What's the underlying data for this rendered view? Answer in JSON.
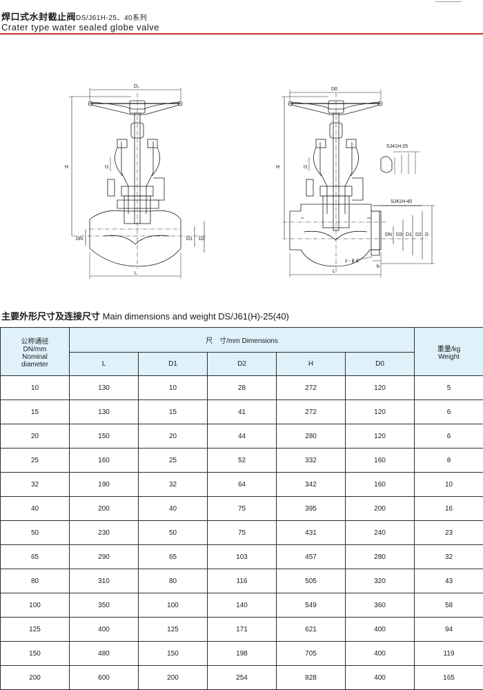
{
  "header": {
    "title_cn": "焊口式水封截止阀",
    "title_cn_model": "DS/J61H-25、40系列",
    "title_en": "Crater type water sealed globe valve"
  },
  "drawing": {
    "left": {
      "D0": "D₀",
      "H": "H",
      "t1": "t1",
      "DN": "DN",
      "D1": "D1",
      "D2": "D2",
      "L": "L"
    },
    "right": {
      "D0": "D0",
      "H": "H",
      "t1": "t1",
      "sj25": "SJ41H-25",
      "sj40": "SJ41H-40",
      "DN": "DN",
      "D3": "D3",
      "D1": "D1",
      "D2": "D2",
      "D": "D",
      "zd": "z - ϕ d",
      "b": "b",
      "L": "L"
    }
  },
  "section": {
    "title_cn": "主要外形尺寸及连接尺寸",
    "title_en": "Main dimensions and weight DS/J61(H)-25(40)"
  },
  "table": {
    "col_nominal": [
      "公称通径",
      "DN/mm",
      "Nominal",
      "diameter"
    ],
    "col_dimensions": "尺　寸/mm Dimensions",
    "col_weight": [
      "重量/kg",
      "Weight"
    ],
    "sub": [
      "L",
      "D1",
      "D2",
      "H",
      "D0"
    ],
    "rows": [
      [
        "10",
        "130",
        "10",
        "28",
        "272",
        "120",
        "5"
      ],
      [
        "15",
        "130",
        "15",
        "41",
        "272",
        "120",
        "6"
      ],
      [
        "20",
        "150",
        "20",
        "44",
        "280",
        "120",
        "6"
      ],
      [
        "25",
        "160",
        "25",
        "52",
        "332",
        "160",
        "8"
      ],
      [
        "32",
        "190",
        "32",
        "64",
        "342",
        "160",
        "10"
      ],
      [
        "40",
        "200",
        "40",
        "75",
        "395",
        "200",
        "16"
      ],
      [
        "50",
        "230",
        "50",
        "75",
        "431",
        "240",
        "23"
      ],
      [
        "65",
        "290",
        "65",
        "103",
        "457",
        "280",
        "32"
      ],
      [
        "80",
        "310",
        "80",
        "116",
        "505",
        "320",
        "43"
      ],
      [
        "100",
        "350",
        "100",
        "140",
        "549",
        "360",
        "58"
      ],
      [
        "125",
        "400",
        "125",
        "171",
        "621",
        "400",
        "94"
      ],
      [
        "150",
        "480",
        "150",
        "198",
        "705",
        "400",
        "119"
      ],
      [
        "200",
        "600",
        "200",
        "254",
        "828",
        "400",
        "165"
      ]
    ]
  }
}
